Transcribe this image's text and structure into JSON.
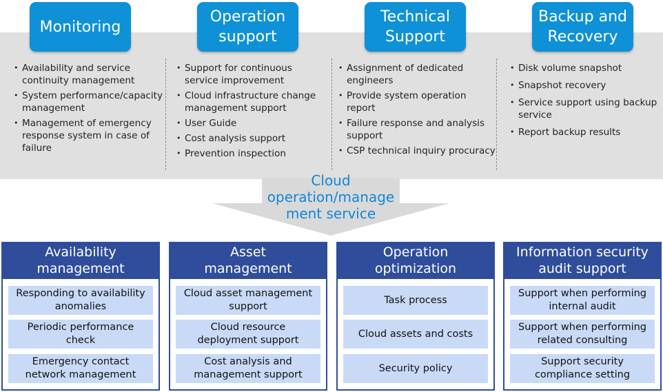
{
  "top_sections": [
    {
      "title": "Monitoring",
      "items": [
        "Availability and service continuity management",
        "System performance/capacity management",
        "Management of emergency response system in case of failure"
      ]
    },
    {
      "title": "Operation\nsupport",
      "items": [
        "Support for continuous service improvement",
        "Cloud infrastructure change management support",
        "User Guide",
        "Cost analysis support",
        "Prevention inspection"
      ]
    },
    {
      "title": "Technical\nSupport",
      "items": [
        "Assignment of dedicated engineers",
        "Provide system operation report",
        "Failure response and analysis support",
        "CSP technical inquiry procuracy"
      ]
    },
    {
      "title": "Backup and\nRecovery",
      "items": [
        "Disk volume snapshot",
        "Snapshot recovery",
        "Service support using backup service",
        "Report backup results"
      ]
    }
  ],
  "center_label": "Cloud\noperation/manage\nment service",
  "bottom_sections": [
    {
      "title": "Availability\nmanagement",
      "items": [
        "Responding to availability\nanomalies",
        "Periodic performance\ncheck",
        "Emergency contact\nnetwork management"
      ]
    },
    {
      "title": "Asset\nmanagement",
      "items": [
        "Cloud asset management\nsupport",
        "Cloud resource\ndeployment support",
        "Cost analysis and\nmanagement support"
      ]
    },
    {
      "title": "Operation\noptimization",
      "items": [
        "Task process",
        "Cloud assets and costs",
        "Security policy"
      ]
    },
    {
      "title": "Information security\naudit support",
      "items": [
        "Support when performing\ninternal audit",
        "Support when performing\nrelated consulting",
        "Support security\ncompliance setting"
      ]
    }
  ],
  "colors": {
    "tab_blue": "#0f91d7",
    "header_navy": "#2f4d9a",
    "item_light_blue": "#c9daf7",
    "band_gray": "#e0e0e0",
    "arrow_gray": "#d9d9d9",
    "label_blue": "#1087d8"
  }
}
